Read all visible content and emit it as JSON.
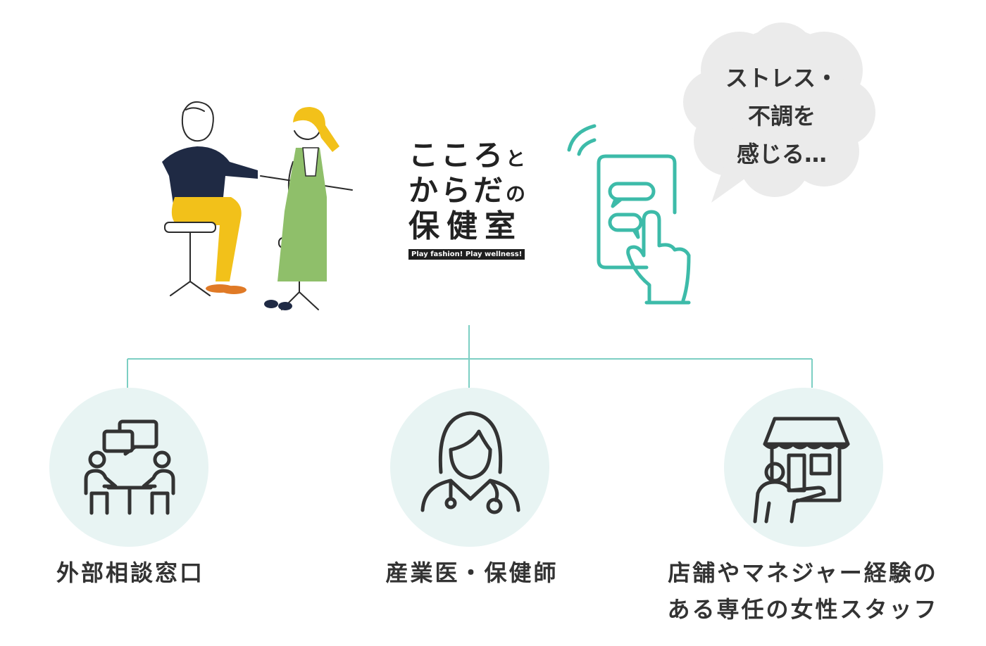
{
  "logo": {
    "line1_main": "こころ",
    "line1_small": "と",
    "line2_main": "からだ",
    "line2_small": "の",
    "line3": "保健室",
    "tagline": "Play fashion! Play wellness!"
  },
  "speech_bubble": {
    "lines": [
      "ストレス・",
      "不調を",
      "感じる…"
    ]
  },
  "branches": [
    {
      "label": "外部相談窓口",
      "icon": "consultation-meeting-icon"
    },
    {
      "label": "産業医・保健師",
      "icon": "doctor-nurse-icon"
    },
    {
      "label_line1": "店舗やマネジャー経験の",
      "label_line2": "ある専任の女性スタッフ",
      "icon": "store-staff-icon"
    }
  ],
  "colors": {
    "accent_teal": "#3dbba9",
    "connector": "#7ccfc3",
    "circle_bg": "#e8f4f3",
    "cloud_bg": "#ebebeb",
    "text": "#333333"
  },
  "illustrations": [
    "two-women-talking-illustration",
    "smartphone-chat-icon"
  ]
}
